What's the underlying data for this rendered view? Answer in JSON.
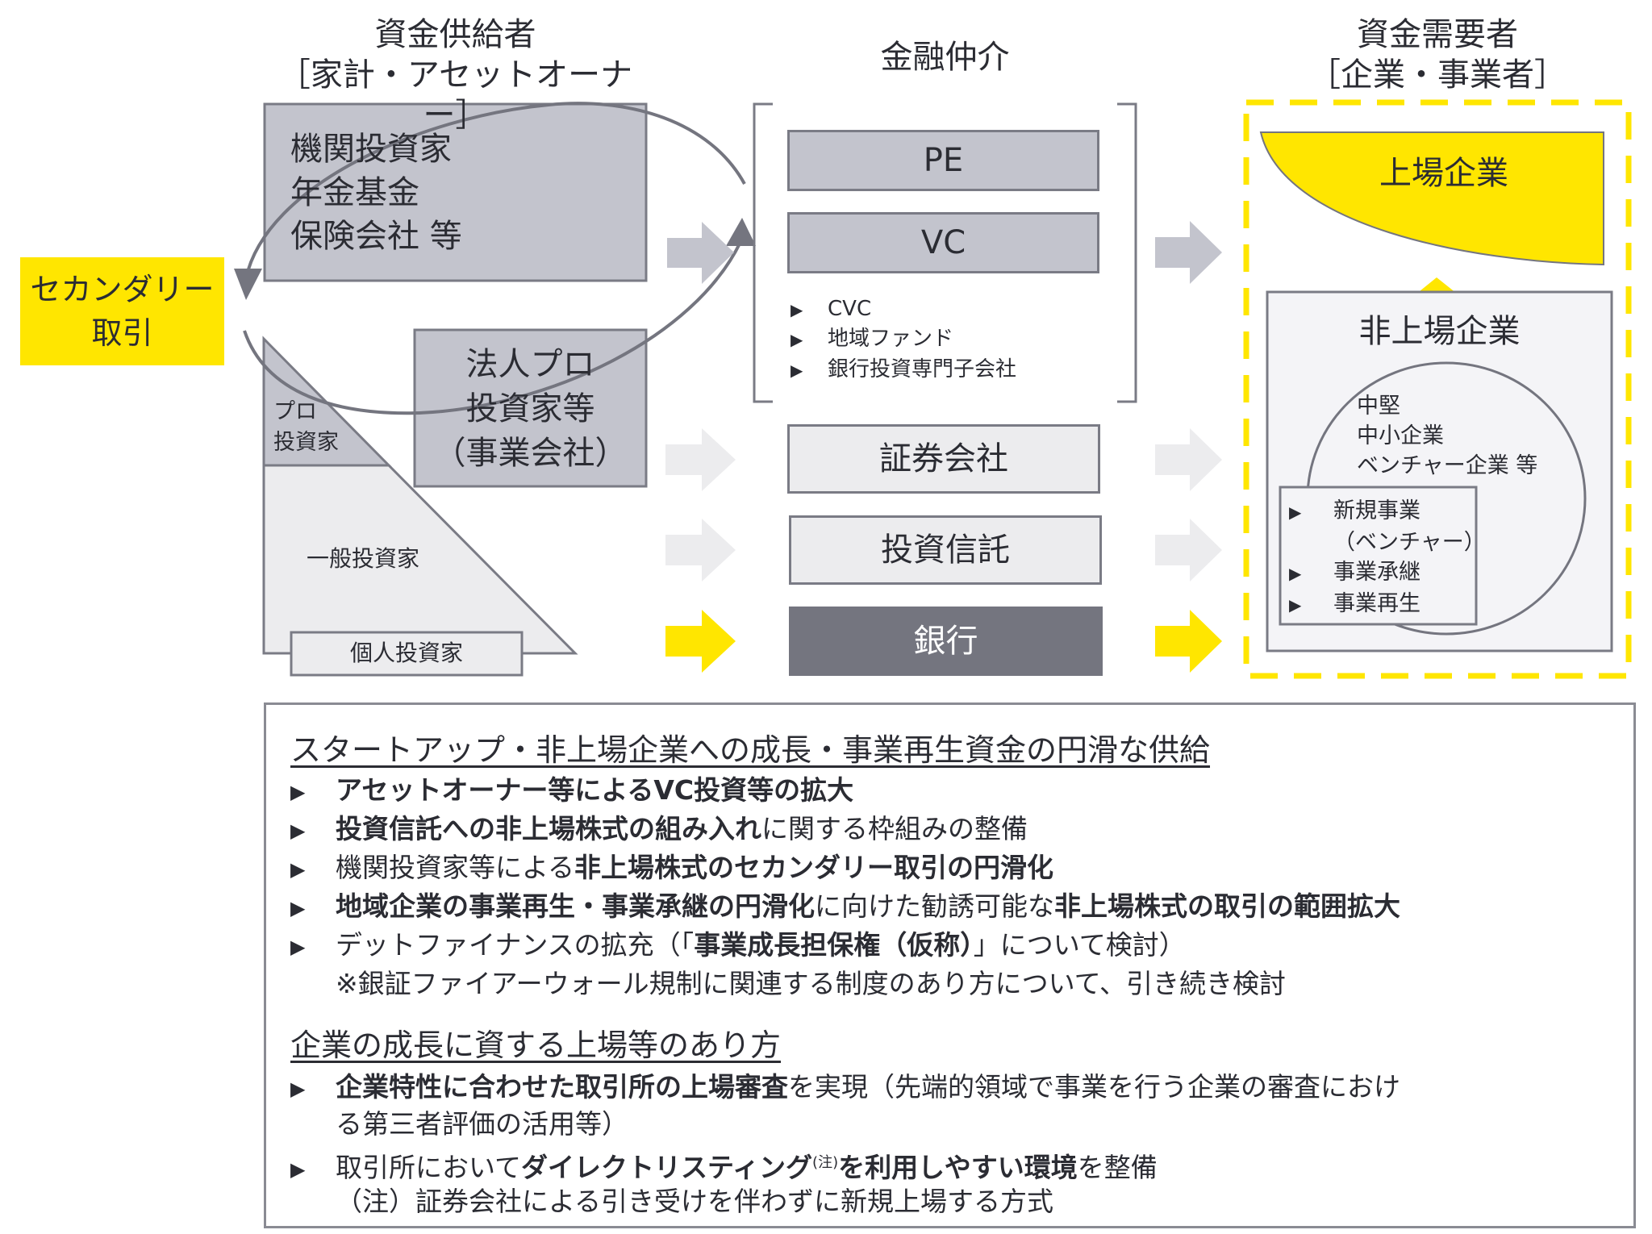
{
  "colors": {
    "yellow": "#ffe600",
    "box_gray": "#c3c4cd",
    "box_light": "#ececee",
    "box_dark": "#74757f",
    "border": "#7a7b85",
    "text": "#2b2c33"
  },
  "headers": {
    "supply_title": "資金供給者",
    "supply_sub": "［家計・アセットオーナー］",
    "intermediary_title": "金融仲介",
    "demand_title": "資金需要者",
    "demand_sub": "［企業・事業者］"
  },
  "secondary": {
    "label_line1": "セカンダリー",
    "label_line2": "取引"
  },
  "suppliers": {
    "institutional": [
      "機関投資家",
      "年金基金",
      "保険会社 等"
    ],
    "corporate_pro": [
      "法人プロ",
      "投資家等",
      "（事業会社）"
    ],
    "pro_investor": [
      "プロ",
      "投資家"
    ],
    "general_investor": "一般投資家",
    "individual_investor": "個人投資家"
  },
  "intermediaries": {
    "pe": "PE",
    "vc": "VC",
    "vc_types": [
      "CVC",
      "地域ファンド",
      "銀行投資専門子会社"
    ],
    "securities": "証券会社",
    "investment_trust": "投資信託",
    "bank": "銀行"
  },
  "demand": {
    "listed": "上場企業",
    "unlisted": "非上場企業",
    "unlisted_types": [
      "中堅",
      "中小企業",
      "ベンチャー企業 等"
    ],
    "stages": [
      {
        "bullet": true,
        "text": "新規事業"
      },
      {
        "bullet": false,
        "text": "（ベンチャー）"
      },
      {
        "bullet": true,
        "text": "事業承継"
      },
      {
        "bullet": true,
        "text": "事業再生"
      }
    ]
  },
  "bullet_glyph": "▶",
  "panel": {
    "section1_title": "スタートアップ・非上場企業への成長・事業再生資金の円滑な供給",
    "section1_items": [
      [
        {
          "b": true,
          "t": "アセットオーナー等によるVC投資等の拡大"
        }
      ],
      [
        {
          "b": true,
          "t": "投資信託への非上場株式の組み入れ"
        },
        {
          "b": false,
          "t": "に関する枠組みの整備"
        }
      ],
      [
        {
          "b": false,
          "t": "機関投資家等による"
        },
        {
          "b": true,
          "t": "非上場株式のセカンダリー取引の円滑化"
        }
      ],
      [
        {
          "b": true,
          "t": "地域企業の事業再生・事業承継の円滑化"
        },
        {
          "b": false,
          "t": "に向けた勧誘可能な"
        },
        {
          "b": true,
          "t": "非上場株式の取引の範囲拡大"
        }
      ],
      [
        {
          "b": false,
          "t": "デットファイナンスの拡充（「"
        },
        {
          "b": true,
          "t": "事業成長担保権（仮称）"
        },
        {
          "b": false,
          "t": "」について検討）"
        }
      ]
    ],
    "section1_note": "※銀証ファイアーウォール規制に関連する制度のあり方について、引き続き検討",
    "section2_title": "企業の成長に資する上場等のあり方",
    "section2_item1_line1": [
      {
        "b": true,
        "t": "企業特性に合わせた取引所の上場審査"
      },
      {
        "b": false,
        "t": "を実現（先端的領域で事業を行う企業の審査におけ"
      }
    ],
    "section2_item1_line2": "る第三者評価の活用等）",
    "section2_item2": [
      {
        "b": false,
        "t": "取引所において"
      },
      {
        "b": true,
        "t": "ダイレクトリスティング"
      },
      {
        "b": false,
        "t": "(注)",
        "sup": true
      },
      {
        "b": true,
        "t": "を利用しやすい環境"
      },
      {
        "b": false,
        "t": "を整備"
      }
    ],
    "section2_note": "（注）証券会社による引き受けを伴わずに新規上場する方式"
  }
}
